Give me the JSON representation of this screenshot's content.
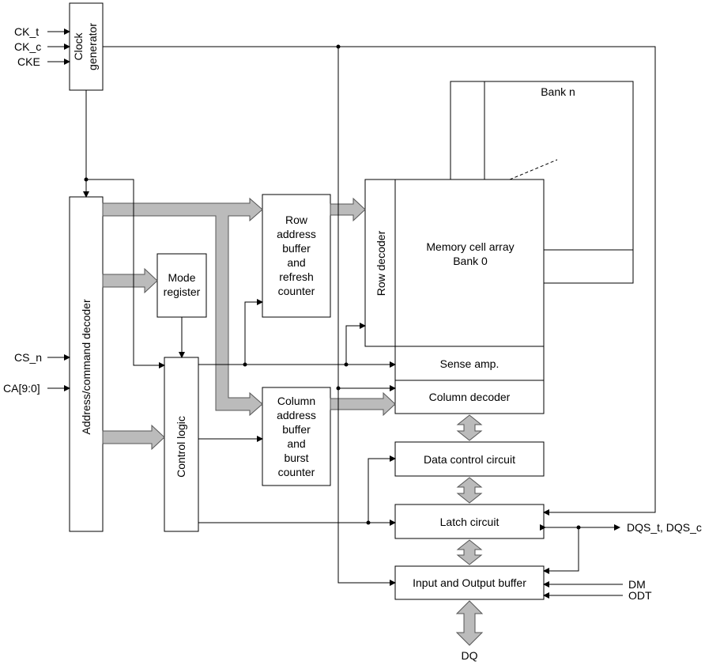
{
  "labels": {
    "ck_t": "CK_t",
    "ck_c": "CK_c",
    "cke": "CKE",
    "clock_generator_1": "Clock",
    "clock_generator_2": "generator",
    "cs_n": "CS_n",
    "ca": "CA[9:0]",
    "addr_cmd_decoder": "Address/command decoder",
    "mode_register_1": "Mode",
    "mode_register_2": "register",
    "control_logic": "Control logic",
    "row_buffer": [
      "Row",
      "address",
      "buffer",
      "and",
      "refresh",
      "counter"
    ],
    "col_buffer": [
      "Column",
      "address",
      "buffer",
      "and",
      "burst",
      "counter"
    ],
    "row_decoder": "Row decoder",
    "bank_n": "Bank n",
    "memory_array_1": "Memory cell array",
    "memory_array_2": "Bank 0",
    "sense_amp": "Sense amp.",
    "column_decoder": "Column decoder",
    "data_control": "Data control circuit",
    "latch_circuit": "Latch circuit",
    "io_buffer": "Input and Output buffer",
    "dqs": "DQS_t, DQS_c",
    "dm": "DM",
    "odt": "ODT",
    "dq": "DQ"
  }
}
